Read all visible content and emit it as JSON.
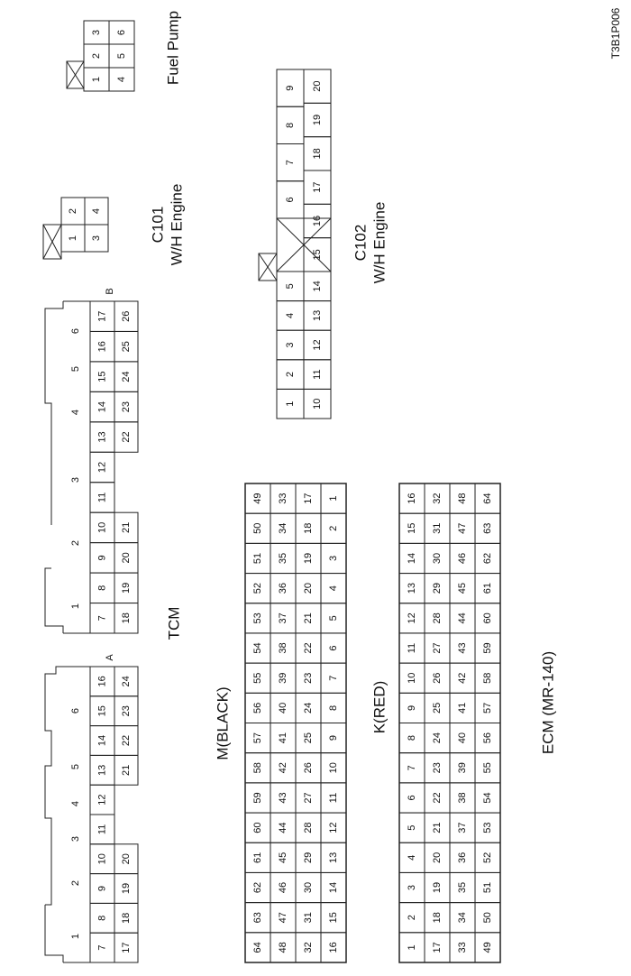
{
  "figure_id": "T3B1P006",
  "tcm": {
    "label": "TCM",
    "connector_a": {
      "letter": "A",
      "top_numbers": [
        "1",
        "2",
        "3",
        "4",
        "5",
        "6"
      ],
      "row1": [
        "7",
        "8",
        "9",
        "10",
        "11",
        "12",
        "13",
        "14",
        "15",
        "16"
      ],
      "row2": [
        "17",
        "18",
        "19",
        "20",
        "21",
        "22",
        "23",
        "24"
      ]
    },
    "connector_b": {
      "letter": "B",
      "top_numbers": [
        "1",
        "2",
        "3",
        "4",
        "5",
        "6"
      ],
      "row1": [
        "7",
        "8",
        "9",
        "10",
        "11",
        "12",
        "13",
        "14",
        "15",
        "16",
        "17"
      ],
      "row2": [
        "18",
        "19",
        "20",
        "21",
        "22",
        "23",
        "24",
        "25",
        "26"
      ]
    }
  },
  "ecm": {
    "label": "ECM (MR-140)",
    "m_connector": {
      "label": "M(BLACK)",
      "rows": [
        [
          "64",
          "63",
          "62",
          "61",
          "60",
          "59",
          "58",
          "57",
          "56",
          "55",
          "54",
          "53",
          "52",
          "51",
          "50",
          "49"
        ],
        [
          "48",
          "47",
          "46",
          "45",
          "44",
          "43",
          "42",
          "41",
          "40",
          "39",
          "38",
          "37",
          "36",
          "35",
          "34",
          "33"
        ],
        [
          "32",
          "31",
          "30",
          "29",
          "28",
          "27",
          "26",
          "25",
          "24",
          "23",
          "22",
          "21",
          "20",
          "19",
          "18",
          "17"
        ],
        [
          "16",
          "15",
          "14",
          "13",
          "12",
          "11",
          "10",
          "9",
          "8",
          "7",
          "6",
          "5",
          "4",
          "3",
          "2",
          "1"
        ]
      ]
    },
    "k_connector": {
      "label": "K(RED)",
      "rows": [
        [
          "1",
          "2",
          "3",
          "4",
          "5",
          "6",
          "7",
          "8",
          "9",
          "10",
          "11",
          "12",
          "13",
          "14",
          "15",
          "16"
        ],
        [
          "17",
          "18",
          "19",
          "20",
          "21",
          "22",
          "23",
          "24",
          "25",
          "26",
          "27",
          "28",
          "29",
          "30",
          "31",
          "32"
        ],
        [
          "33",
          "34",
          "35",
          "36",
          "37",
          "38",
          "39",
          "40",
          "41",
          "42",
          "43",
          "44",
          "45",
          "46",
          "47",
          "48"
        ],
        [
          "49",
          "50",
          "51",
          "52",
          "53",
          "54",
          "55",
          "56",
          "57",
          "58",
          "59",
          "60",
          "61",
          "62",
          "63",
          "64"
        ]
      ]
    }
  },
  "c101": {
    "label_line1": "C101",
    "label_line2": "W/H Engine",
    "rows": [
      [
        "1",
        "2"
      ],
      [
        "3",
        "4"
      ]
    ]
  },
  "c102": {
    "label_line1": "C102",
    "label_line2": "W/H Engine",
    "row1_left": [
      "1",
      "2",
      "3",
      "4",
      "5"
    ],
    "row1_right": [
      "6",
      "7",
      "8",
      "9"
    ],
    "row2_left": [
      "10",
      "11",
      "12",
      "13",
      "14"
    ],
    "row2_right": [
      "15",
      "16",
      "17",
      "18",
      "19",
      "20"
    ]
  },
  "fuel_pump": {
    "label": "Fuel Pump",
    "rows": [
      [
        "1",
        "2",
        "3"
      ],
      [
        "4",
        "5",
        "6"
      ]
    ]
  }
}
